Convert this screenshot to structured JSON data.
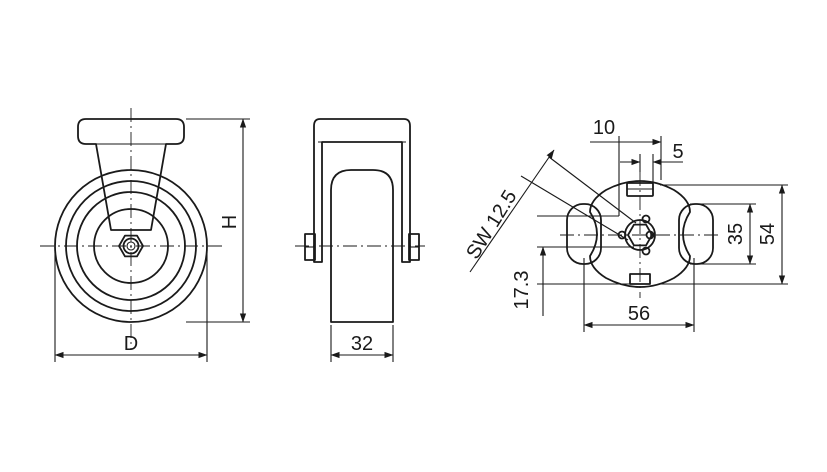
{
  "views": {
    "front": {
      "width_label": "D",
      "height_label": "H"
    },
    "side": {
      "width_label": "32"
    },
    "plate": {
      "hole_spacing_x": "10",
      "hole_offset": "5",
      "hole_spacing_y": "35",
      "plate_height": "54",
      "plate_width": "56",
      "bolt_offset": "17.3",
      "wrench_size": "SW 12.5"
    }
  },
  "colors": {
    "line": "#1a1a1a",
    "background": "#ffffff"
  }
}
